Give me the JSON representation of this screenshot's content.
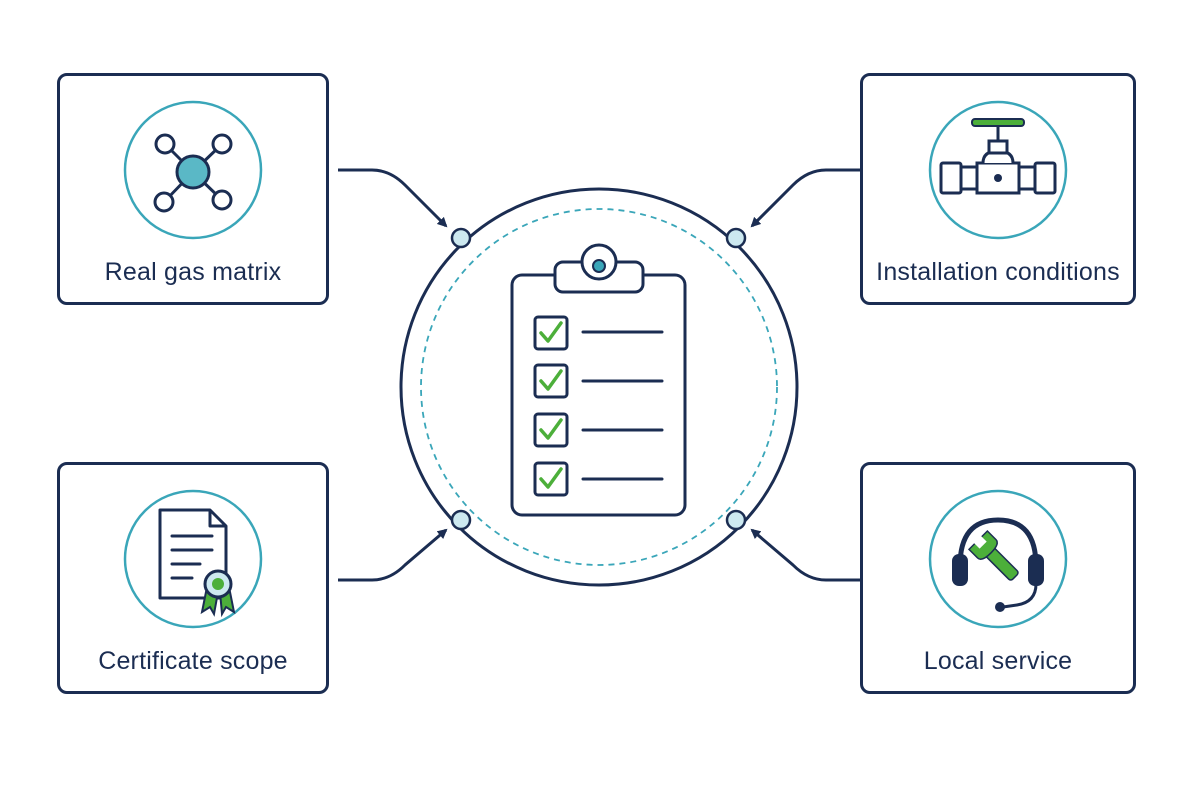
{
  "cards": {
    "top_left": {
      "label": "Real gas matrix",
      "icon": "network-node-icon"
    },
    "top_right": {
      "label": "Installation conditions",
      "icon": "pipe-valve-icon"
    },
    "bottom_left": {
      "label": "Certificate scope",
      "icon": "certificate-document-icon"
    },
    "bottom_right": {
      "label": "Local service",
      "icon": "headset-wrench-icon"
    }
  },
  "center": {
    "icon": "clipboard-checklist-icon",
    "checklist_items": 4
  },
  "colors": {
    "navy": "#1b2d52",
    "teal": "#3aa6b9",
    "teal_fill": "#5ab8c6",
    "light_fill": "#d9eef3",
    "green": "#4caf3a"
  }
}
